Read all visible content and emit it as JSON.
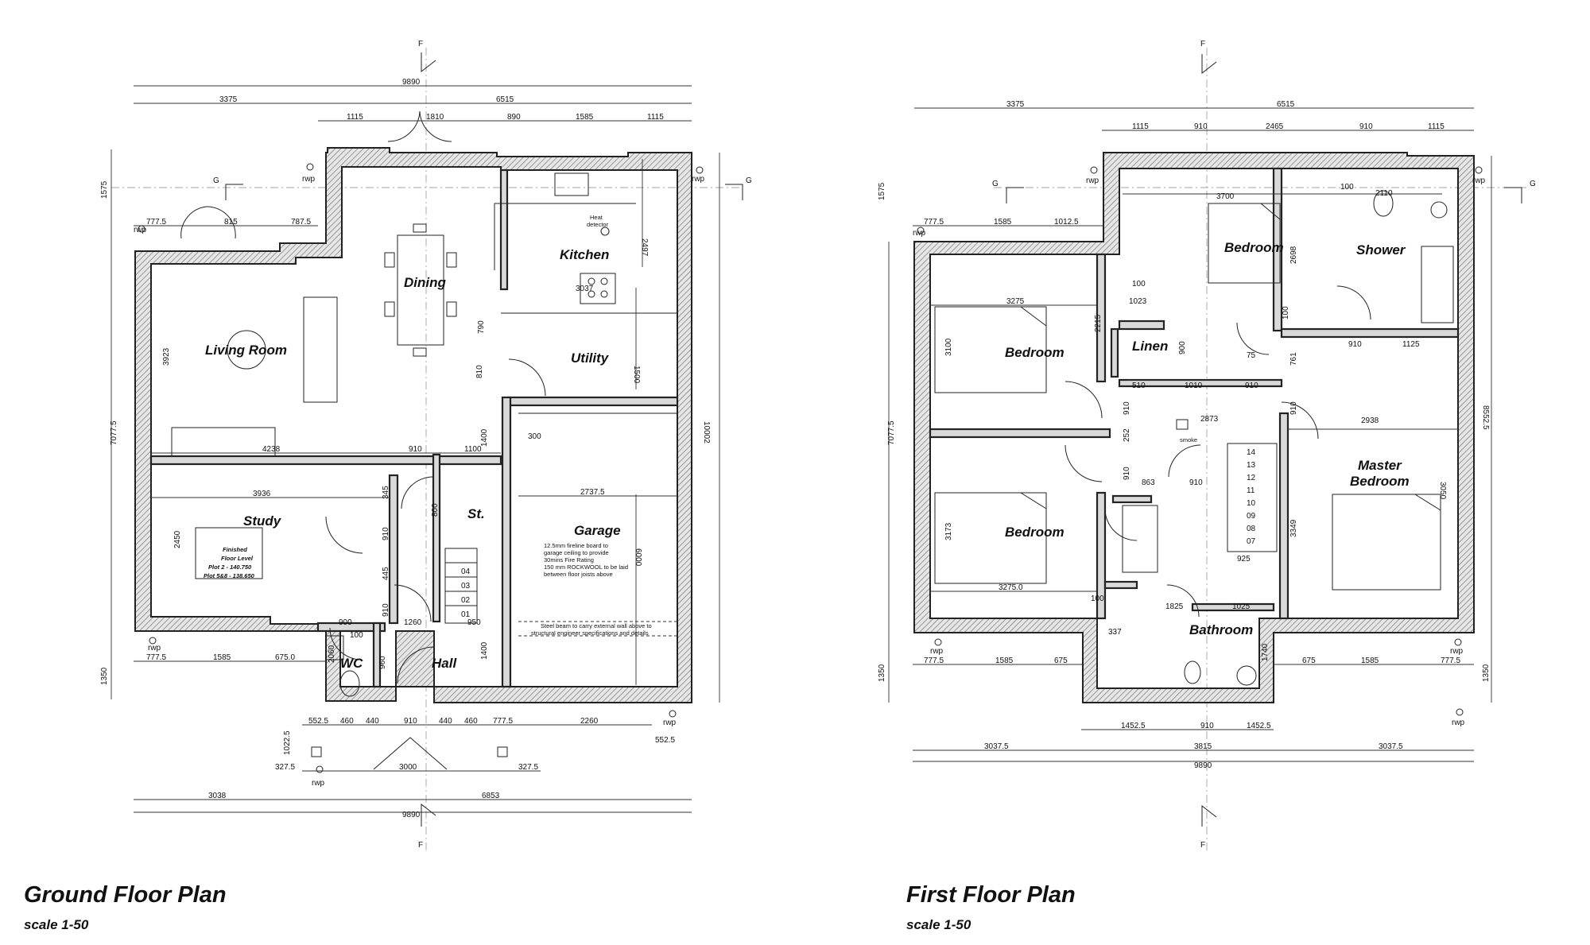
{
  "ground_floor": {
    "title": "Ground Floor Plan",
    "scale": "scale 1-50",
    "rooms": {
      "living": "Living Room",
      "dining": "Dining",
      "kitchen": "Kitchen",
      "utility": "Utility",
      "study": "Study",
      "garage": "Garage",
      "store": "St.",
      "wc": "WC",
      "hall": "Hall"
    },
    "heat_detector": [
      "Heat",
      "detector"
    ],
    "ffl_note": [
      "Finished",
      "Floor Level",
      "Plot 2 - 140.750",
      "Plot 5&8 - 138.650"
    ],
    "garage_note": [
      "12.5mm fireline board to",
      "garage ceiling to provide",
      "30mins Fire Rating",
      "150 mm ROCKWOOL to be laid",
      "between floor joists above"
    ],
    "steel_note": [
      "Steel beam to carry external wall above to",
      "structural engineer specifications and details"
    ],
    "dims": {
      "overall": "9890",
      "left_part": "3375",
      "right_part": "6515",
      "top_a": "1115",
      "top_b": "1810",
      "top_c": "890",
      "top_d": "1585",
      "top_e": "1115",
      "left_height_a": "1575",
      "right_kitchen": "2497",
      "win_a": "777.5",
      "win_b": "815",
      "win_c": "787.5",
      "kitchen_w": "3037",
      "utility_h1": "790",
      "utility_h2": "1500",
      "door_810": "810",
      "living_h": "3923",
      "total_h": "7077.5",
      "right_total": "10002",
      "living_w": "4238",
      "hall_910": "910",
      "hall_1100": "1100",
      "store_1400": "1400",
      "garage_300": "300",
      "study_w": "3936",
      "study_h": "2450",
      "garage_w": "2737.5",
      "garage_h": "6000",
      "st_345": "345",
      "st_910": "910",
      "st_800": "800",
      "st_445": "445",
      "st_910b": "910",
      "wc_900": "900",
      "wc_1260": "1260",
      "wc_950": "950",
      "wc_100": "100",
      "wc_2060": "2060",
      "wc_960": "960",
      "hall_1400": "1400",
      "bl_777": "777.5",
      "bl_1585": "1585",
      "bl_675": "675.0",
      "left_1350": "1350",
      "f_552": "552.5",
      "f_460": "460",
      "f_440": "440",
      "f_910": "910",
      "f_440b": "440",
      "f_460b": "460",
      "f_777": "777.5",
      "f_2260": "2260",
      "f_552b": "552.5",
      "porch_1022": "1022.5",
      "porch_327": "327.5",
      "porch_3000": "3000",
      "porch_327b": "327.5",
      "bottom_a": "3038",
      "bottom_b": "6853",
      "bottom_total": "9890"
    },
    "stairs": [
      "04",
      "03",
      "02",
      "01"
    ]
  },
  "first_floor": {
    "title": "First Floor Plan",
    "scale": "scale 1-50",
    "rooms": {
      "bed_tl": "Bedroom",
      "bed_top": "Bedroom",
      "shower": "Shower",
      "linen": "Linen",
      "bed_bl": "Bedroom",
      "master": [
        "Master",
        "Bedroom"
      ],
      "bathroom": "Bathroom"
    },
    "dims": {
      "left_part": "3375",
      "right_part": "6515",
      "top_a": "1115",
      "top_b": "910",
      "top_c": "2465",
      "top_d": "910",
      "top_e": "1115",
      "left_1575": "1575",
      "w_777": "777.5",
      "w_1585": "1585",
      "w_1012": "1012.5",
      "bed_top_w": "3700",
      "bed_top_h": "2698",
      "sh_100": "100",
      "sh_2110": "2110",
      "bed_tl_w": "3275",
      "bed_tl_h": "3100",
      "d_2215": "2215",
      "d_100": "100",
      "d_1023": "1023",
      "d_900": "900",
      "d_100b": "100",
      "d_75": "75",
      "d_761": "761",
      "d_910a": "910",
      "d_1125": "1125",
      "d_510": "510",
      "d_1010": "1010",
      "d_910b": "910",
      "d_910c": "910",
      "d_910d": "910",
      "d_2873": "2873",
      "d_2938": "2938",
      "right_8552": "8552.5",
      "left_7077": "7077.5",
      "d_252": "252",
      "d_863": "863",
      "d_910e": "910",
      "d_910f": "910",
      "master_h": "3050",
      "bed_bl_h": "3173",
      "bed_bl_w": "3275.0",
      "d_3349": "3349",
      "d_925": "925",
      "d_100c": "100",
      "d_1825": "1825",
      "d_1025": "1025",
      "d_337": "337",
      "d_1740": "1740",
      "b_777": "777.5",
      "b_1585": "1585",
      "b_675": "675",
      "b_675b": "675",
      "b_1585b": "1585",
      "b_777b": "777.5",
      "left_1350": "1350",
      "right_1350": "1350",
      "bt_1452": "1452.5",
      "bt_910": "910",
      "bt_1452b": "1452.5",
      "bt_3037": "3037.5",
      "bt_3815": "3815",
      "bt_3037b": "3037.5",
      "bt_9890": "9890"
    },
    "stairs": [
      "14",
      "13",
      "12",
      "11",
      "10",
      "09",
      "08",
      "07"
    ]
  },
  "markers": {
    "section_f": "F",
    "section_g": "G",
    "rwp": "rwp",
    "smoke": "smoke"
  }
}
